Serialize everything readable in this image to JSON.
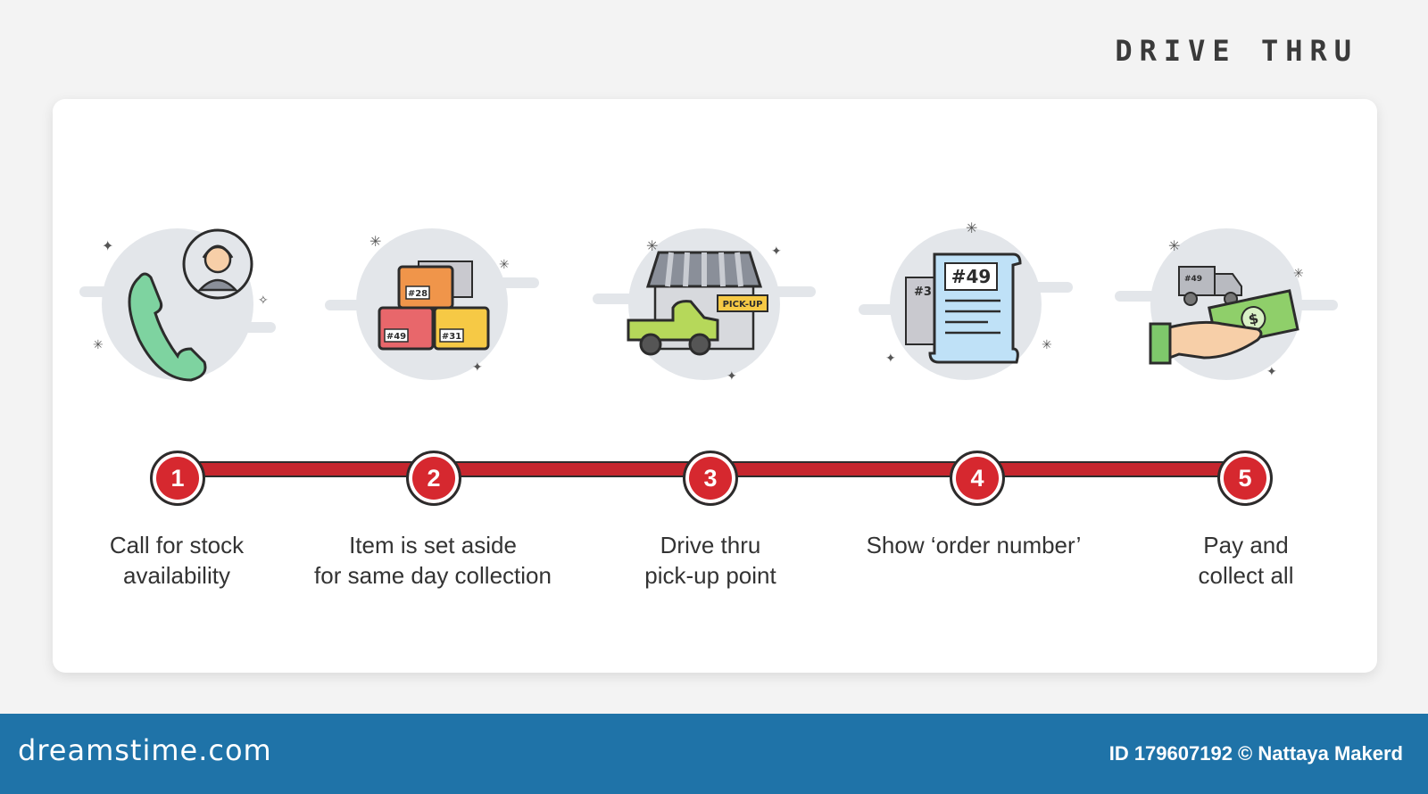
{
  "header": {
    "title": "DRIVE THRU"
  },
  "steps": [
    {
      "number": "1",
      "line1": "Call for stock",
      "line2": "availability",
      "icon": "phone-support-icon"
    },
    {
      "number": "2",
      "line1": "Item is set aside",
      "line2": "for same day collection",
      "icon": "stacked-boxes-icon"
    },
    {
      "number": "3",
      "line1": "Drive thru",
      "line2": "pick-up point",
      "icon": "pickup-truck-store-icon"
    },
    {
      "number": "4",
      "line1": "Show ‘order number’",
      "line2": "",
      "icon": "order-receipt-icon"
    },
    {
      "number": "5",
      "line1": "Pay and",
      "line2": "collect all",
      "icon": "hand-cash-icon"
    }
  ],
  "icon_text": {
    "box_a": "#28",
    "box_b": "#49",
    "box_c": "#31",
    "pickup_sign": "PICK-UP",
    "receipt_number": "#49",
    "receipt_back": "#3",
    "truck_tag": "#49",
    "money_symbol": "$"
  },
  "colors": {
    "accent_red": "#d6282f",
    "line_red": "#c6262e",
    "footer_blue": "#1f73a8",
    "phone_green": "#7ed3a0",
    "box_orange": "#f0954a",
    "box_red": "#e8676b",
    "box_yellow": "#f6c945",
    "truck_green": "#b6d85a",
    "receipt_blue": "#bfe1f7",
    "cash_green": "#8fcf6a"
  },
  "footer": {
    "brand": "dreamstime.com",
    "credit": "ID 179607192 © Nattaya Makerd"
  }
}
